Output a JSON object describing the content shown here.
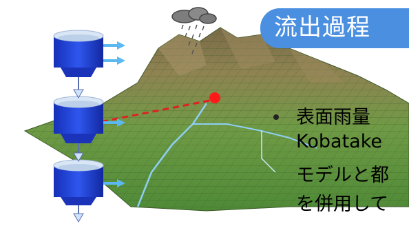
{
  "title": "流出過程",
  "bullet": {
    "line1": "表面雨量",
    "line2": "Kobatake",
    "line3": "モデルと都",
    "line4": "を併用して"
  },
  "colors": {
    "badge": "#4a8fe0",
    "terrain_low": "#5e8e3e",
    "terrain_high": "#8c7a52",
    "tank": "#1f3fd0",
    "flow_arrow": "#5bb8f0",
    "point": "#ff1a1a",
    "river": "#8ecff5"
  },
  "icons": [
    "rain-cloud-icon",
    "tank-icon",
    "outflow-arrow-icon",
    "observation-point-icon"
  ]
}
